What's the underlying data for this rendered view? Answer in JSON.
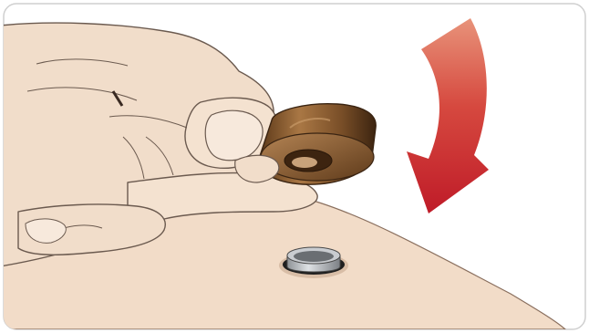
{
  "illustration": {
    "subjects": [
      "hand-holding-cap",
      "cap",
      "socket-in-skin",
      "skin-surface",
      "direction-arrow"
    ],
    "colors": {
      "frame_border": "#c9c9c9",
      "skin_surface": "#f2dcc8",
      "hand_fill": "#f0dcc8",
      "hand_outline": "#6b5a4f",
      "cap_light": "#a87a4a",
      "cap_dark": "#4a2d16",
      "socket_metal": "#b8bcc0",
      "socket_shadow": "#2a2a2a",
      "arrow_top": "#e08a72",
      "arrow_bottom": "#c41e2a"
    }
  }
}
